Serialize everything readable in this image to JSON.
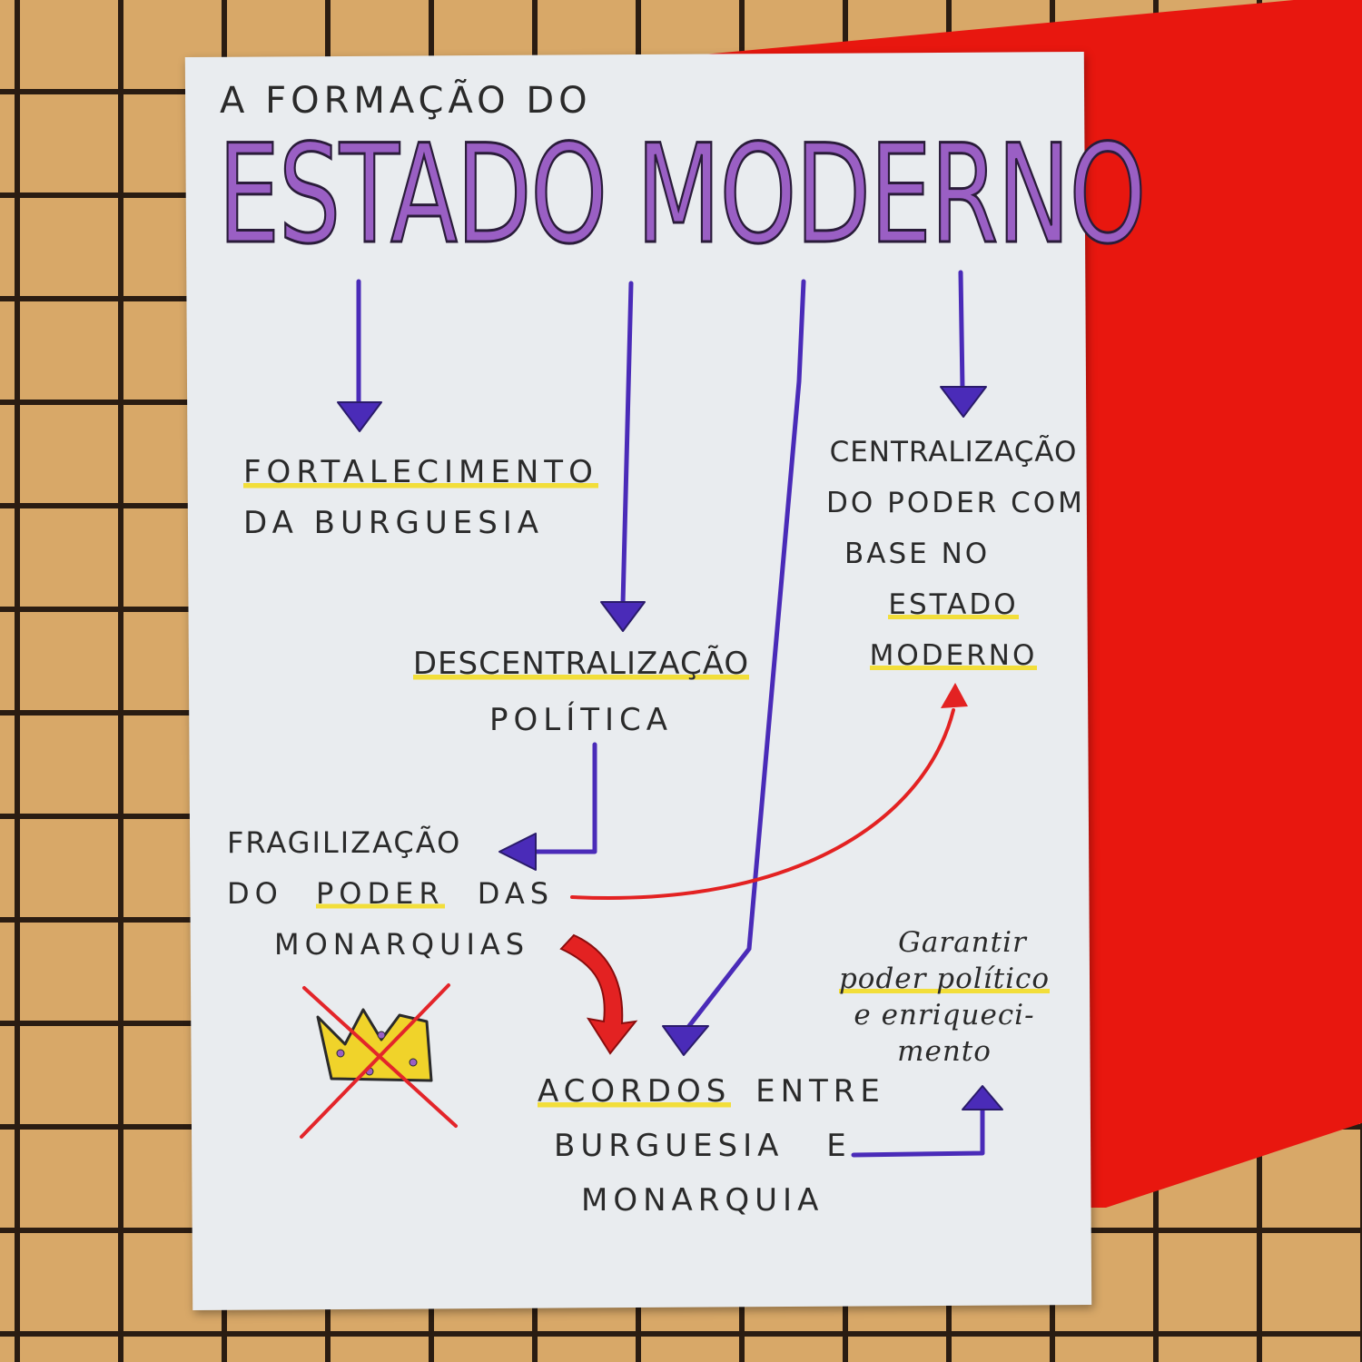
{
  "title": {
    "top": "A FORMAÇÃO DO",
    "main": "ESTADO MODERNO"
  },
  "nodes": {
    "fortalecimento": {
      "line1": "FORTALECIMENTO",
      "line2": "DA BURGUESIA"
    },
    "descentralizacao": {
      "line1": "DESCENTRALIZAÇÃO",
      "line2": "POLÍTICA"
    },
    "centralizacao": {
      "line1": "CENTRALIZAÇÃO",
      "line2": "DO PODER COM",
      "line3": "BASE NO",
      "line4": "ESTADO",
      "line5": "MODERNO"
    },
    "fragilizacao": {
      "line1": "FRAGILIZAÇÃO",
      "line2_a": "DO",
      "line2_b": "PODER",
      "line2_c": "DAS",
      "line3": "MONARQUIAS"
    },
    "acordos": {
      "line1_a": "ACORDOS",
      "line1_b": "ENTRE",
      "line2_a": "BURGUESIA",
      "line2_b": "E",
      "line3": "MONARQUIA"
    },
    "garantir": {
      "line1": "Garantir",
      "line2": "poder político",
      "line3": "e enriqueci-",
      "line4": "mento"
    }
  },
  "colors": {
    "arrow": "#4a2bb8",
    "red_arrow": "#e32222",
    "title_fill": "#9a5fc4",
    "highlight": "#f2de3a",
    "crown": "#f0d32a"
  }
}
